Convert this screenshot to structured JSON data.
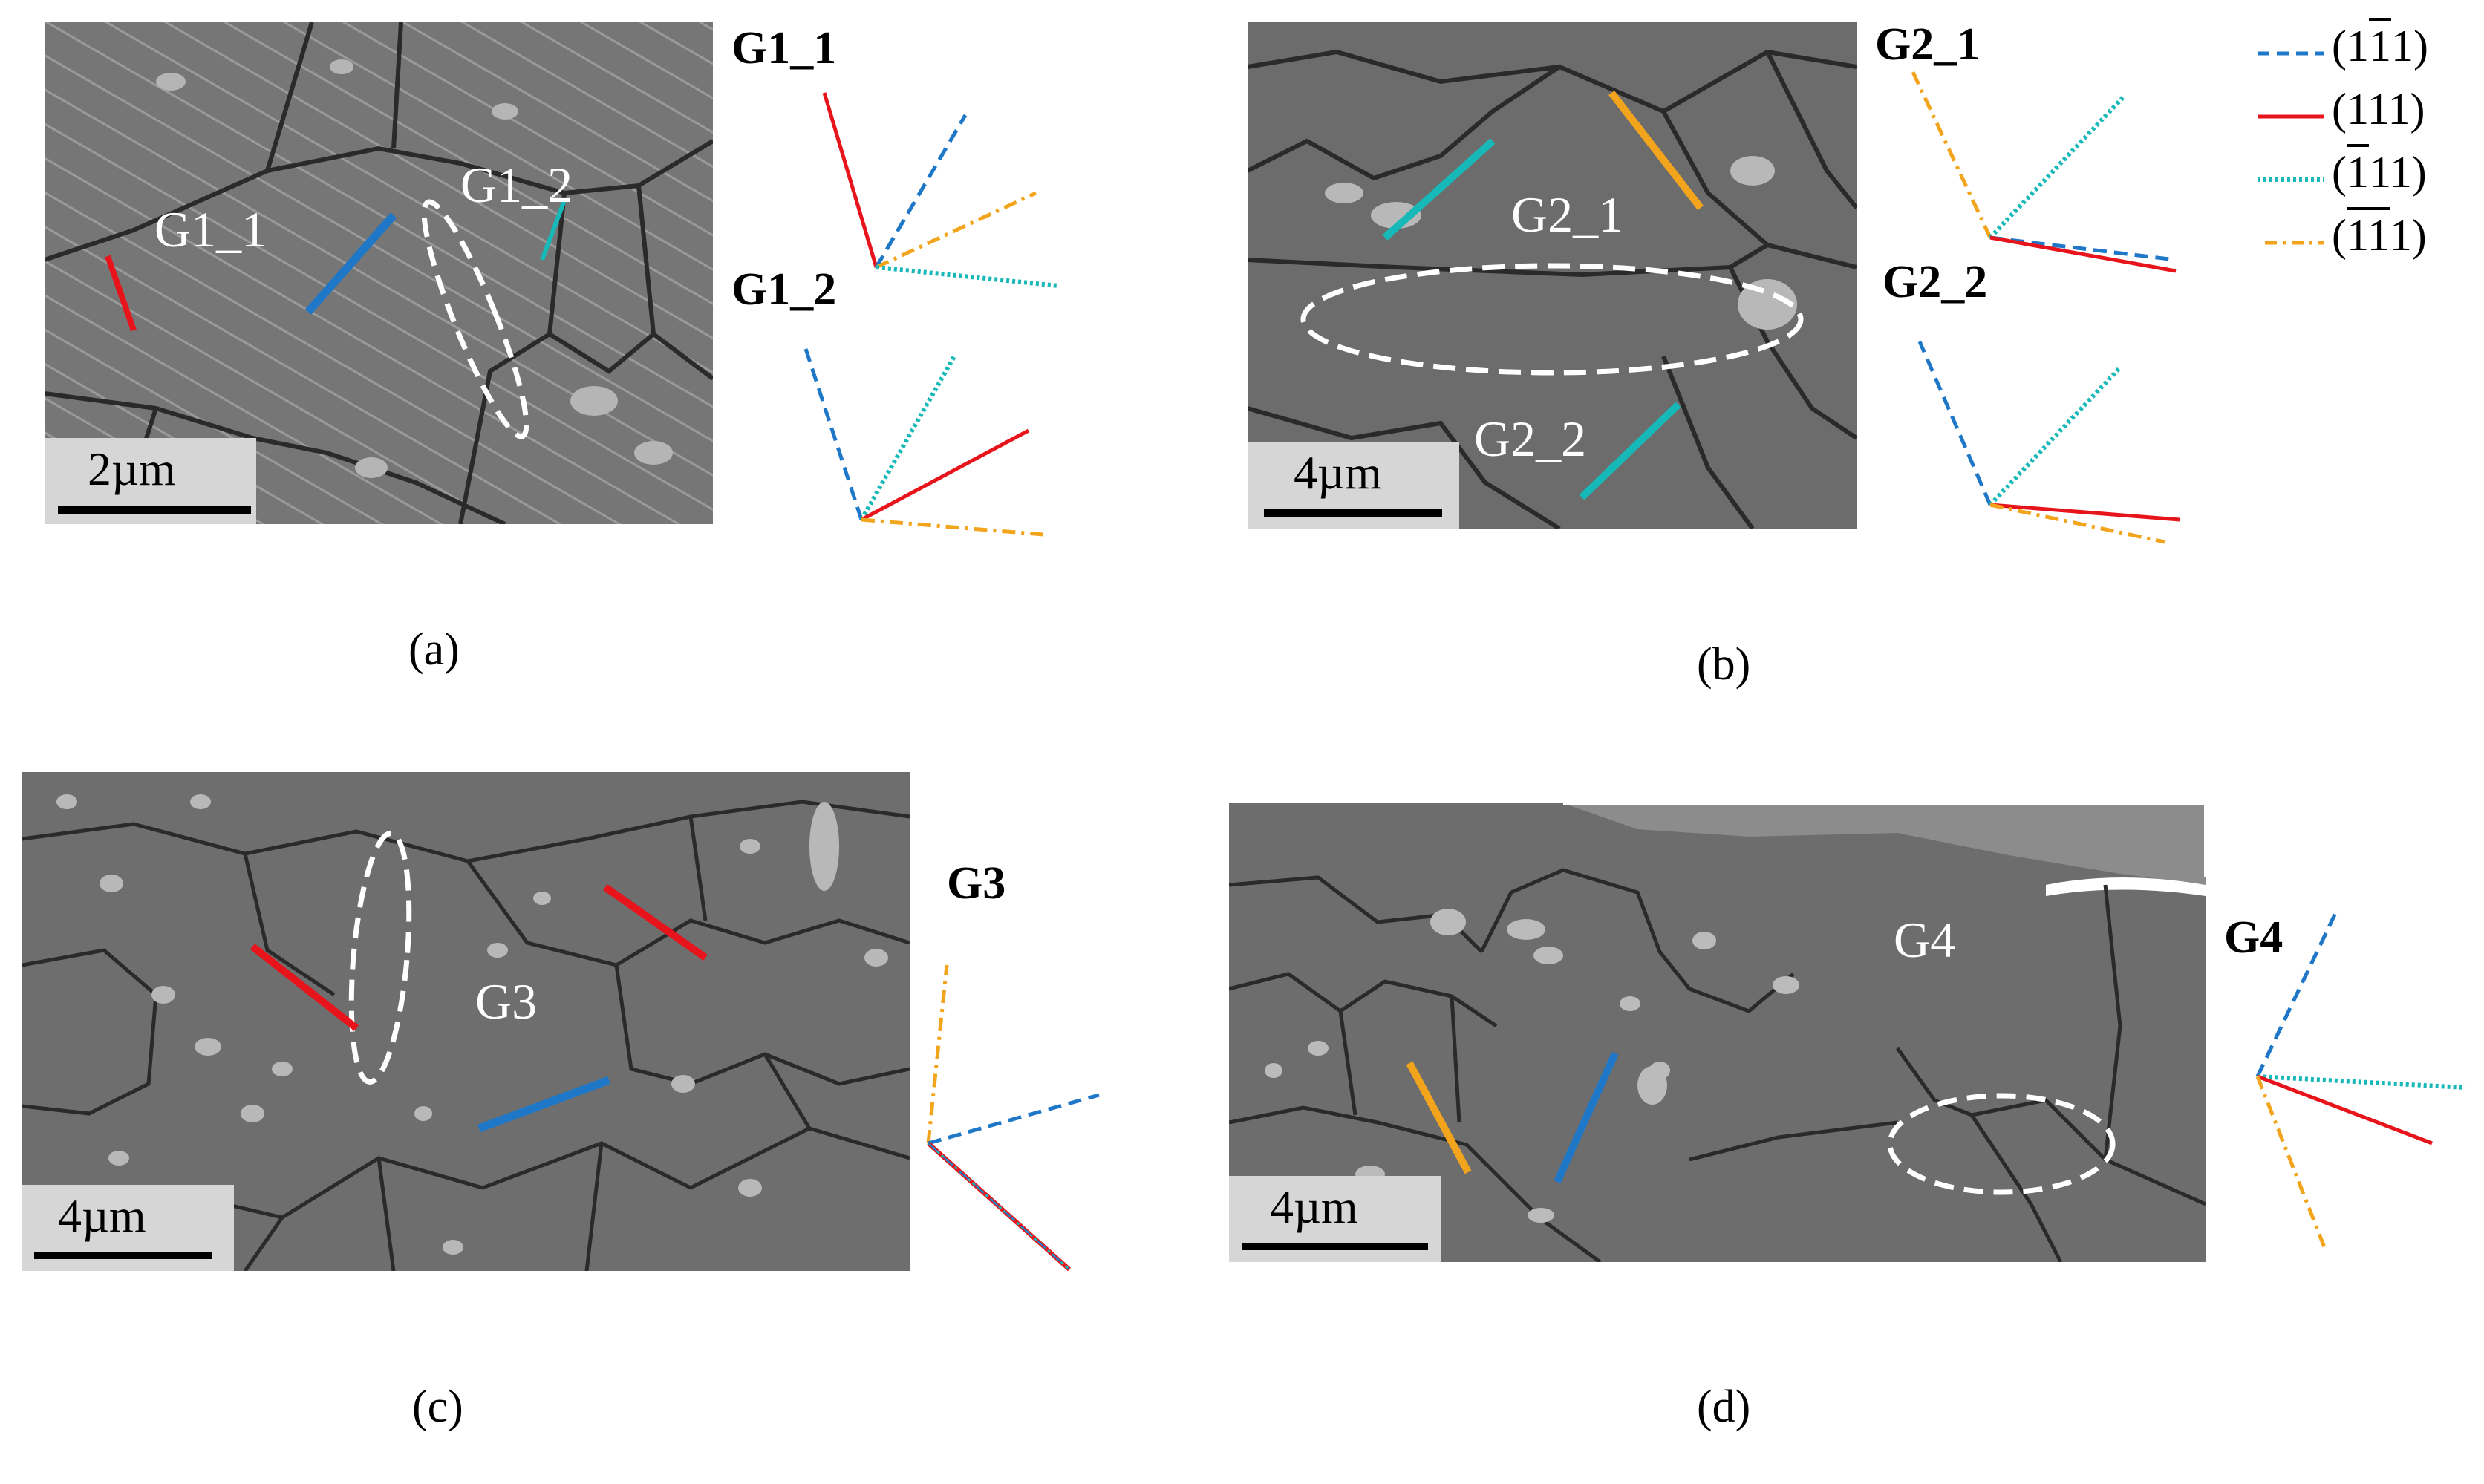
{
  "panels": {
    "a": {
      "caption": "(a)",
      "scale_label": "2µm",
      "grain_labels": [
        "G1_1",
        "G1_2"
      ],
      "orientation_labels": [
        "G1_1",
        "G1_2"
      ]
    },
    "b": {
      "caption": "(b)",
      "scale_label": "4µm",
      "grain_labels": [
        "G2_1",
        "G2_2"
      ],
      "orientation_labels": [
        "G2_1",
        "G2_2"
      ]
    },
    "c": {
      "caption": "(c)",
      "scale_label": "4µm",
      "grain_labels": [
        "G3"
      ],
      "orientation_labels": [
        "G3"
      ]
    },
    "d": {
      "caption": "(d)",
      "scale_label": "4µm",
      "grain_labels": [
        "G4"
      ],
      "orientation_labels": [
        "G4"
      ]
    }
  },
  "legend": [
    {
      "style": "dashed",
      "color": "#1f77c8",
      "pre": "(1",
      "bar": "1",
      "post": "1)"
    },
    {
      "style": "solid",
      "color": "#e8141b",
      "pre": "(1",
      "bar": "",
      "post": "11)"
    },
    {
      "style": "dotted",
      "color": "#17b8b8",
      "pre": "(",
      "bar": "1",
      "post": "11)"
    },
    {
      "style": "dashdot",
      "color": "#f2a51c",
      "pre": "(",
      "bar": "11",
      "post": "1)"
    }
  ],
  "colors": {
    "plane_1": "#1f77c8",
    "plane_2": "#e8141b",
    "plane_3": "#17b8b8",
    "plane_4": "#f2a51c",
    "sem_background": "#6f6f6f",
    "grain_boundary": "#2a2a2a"
  }
}
